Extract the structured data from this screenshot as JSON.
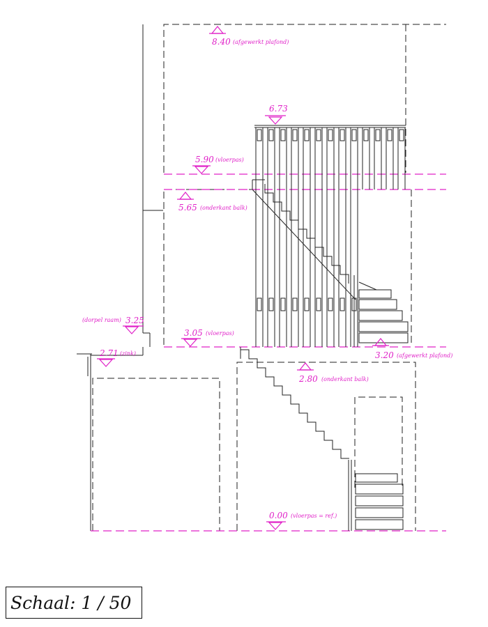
{
  "levels": [
    {
      "value": "8.40",
      "note": "(afgewerkt plafond)"
    },
    {
      "value": "6.73",
      "note": ""
    },
    {
      "value": "5.90",
      "note": "(vloerpas)"
    },
    {
      "value": "5.65",
      "note": "(onderkant balk)"
    },
    {
      "value": "3.25",
      "note": "(dorpel raam)"
    },
    {
      "value": "3.05",
      "note": "(vloerpas)"
    },
    {
      "value": "3.20",
      "note": "(afgewerkt plafond)"
    },
    {
      "value": "2.71",
      "note": "(zink)"
    },
    {
      "value": "2.80",
      "note": "(onderkant balk)"
    },
    {
      "value": "0.00",
      "note": "(vloerpas = ref.)"
    }
  ],
  "scale": {
    "label": "Schaal: 1 / 50"
  },
  "colors": {
    "annotation": "#e020c8",
    "line": "#222222"
  }
}
